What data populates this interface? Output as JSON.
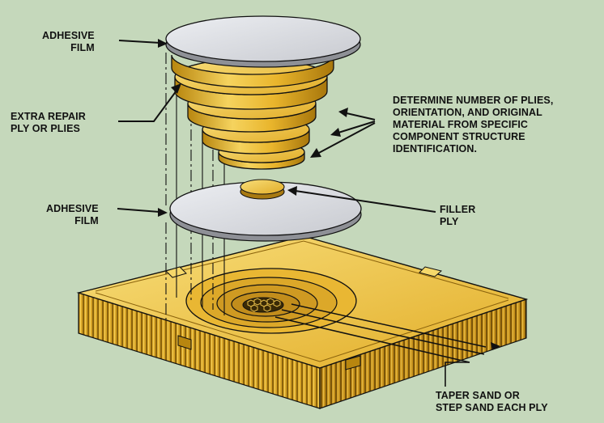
{
  "labels": {
    "adhesive_film_top": [
      "ADHESIVE",
      "FILM"
    ],
    "extra_repair": [
      "EXTRA REPAIR",
      "PLY OR PLIES"
    ],
    "determine": [
      "DETERMINE NUMBER OF PLIES,",
      "ORIENTATION, AND ORIGINAL",
      "MATERIAL FROM SPECIFIC",
      "COMPONENT STRUCTURE",
      "IDENTIFICATION."
    ],
    "adhesive_film_mid": [
      "ADHESIVE",
      "FILM"
    ],
    "filler_ply": [
      "FILLER",
      "PLY"
    ],
    "taper_sand": [
      "TAPER SAND OR",
      "STEP SAND EACH PLY"
    ]
  },
  "colors": {
    "background": "#c5d8bb",
    "ply_gold": "#e8b830",
    "ply_light": "#f6d86a",
    "ply_dark": "#a87a12",
    "film": "#d9dadf",
    "line": "#111111"
  }
}
